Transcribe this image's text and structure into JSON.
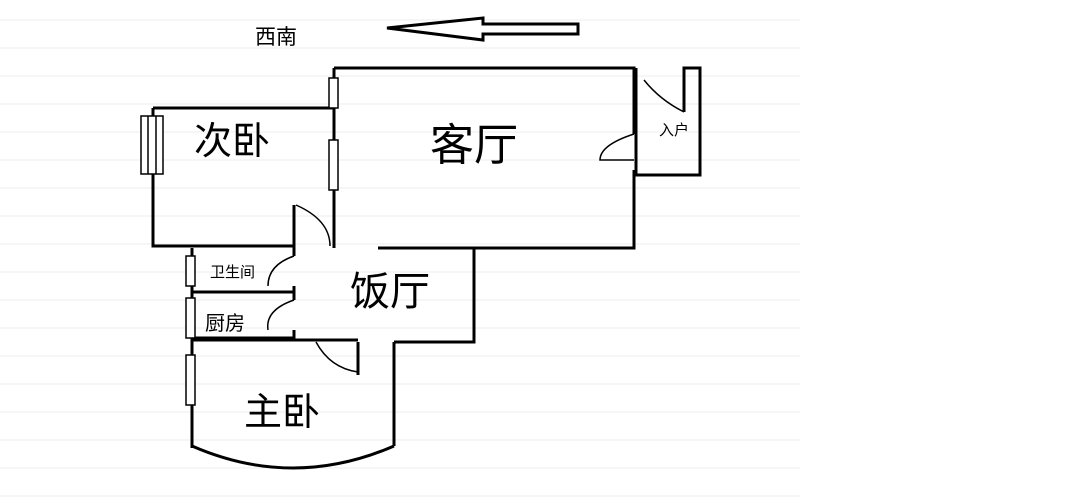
{
  "compass": {
    "label": "西南",
    "arrow_icon": "arrow-left-icon"
  },
  "rooms": {
    "living_room": "客厅",
    "second_bedroom": "次卧",
    "dining_room": "饭厅",
    "bathroom": "卫生间",
    "kitchen": "厨房",
    "master_bedroom": "主卧",
    "entrance": "入户"
  },
  "colors": {
    "wall": "#000000",
    "background": "#ffffff",
    "watermark": "#e8e8e8"
  }
}
